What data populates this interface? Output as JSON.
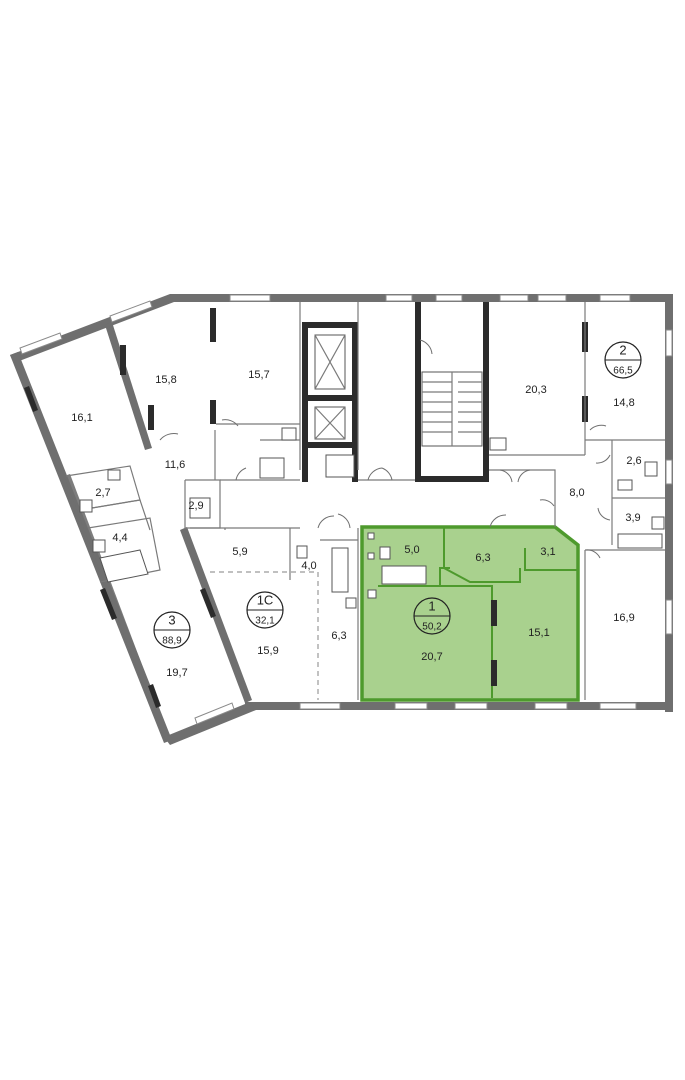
{
  "colors": {
    "highlight_fill": "#a9d18e",
    "highlight_wall": "#4e9a2d",
    "wall": "#6f6f6f",
    "wall_dark": "#2b2b2b"
  },
  "apartments": [
    {
      "id": "1",
      "number": "1",
      "area": "50,2"
    },
    {
      "id": "1c",
      "number": "1С",
      "area": "32,1"
    },
    {
      "id": "2",
      "number": "2",
      "area": "66,5"
    },
    {
      "id": "3",
      "number": "3",
      "area": "88,9"
    }
  ],
  "rooms": [
    "16,1",
    "15,8",
    "15,7",
    "20,3",
    "14,8",
    "11,6",
    "2,7",
    "4,4",
    "2,9",
    "2,6",
    "8,0",
    "3,9",
    "5,9",
    "4,0",
    "5,0",
    "6,3",
    "3,1",
    "6,3",
    "15,9",
    "20,7",
    "15,1",
    "16,9",
    "19,7"
  ]
}
